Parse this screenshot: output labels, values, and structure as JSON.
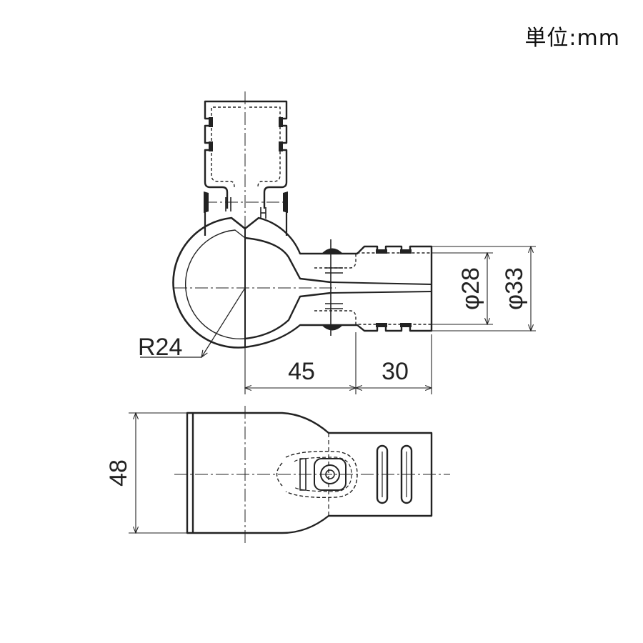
{
  "unit_label": "単位:mm",
  "dimensions": {
    "radius": "R24",
    "length_a": "45",
    "length_b": "30",
    "inner_diameter": "φ28",
    "outer_diameter": "φ33",
    "height": "48"
  }
}
